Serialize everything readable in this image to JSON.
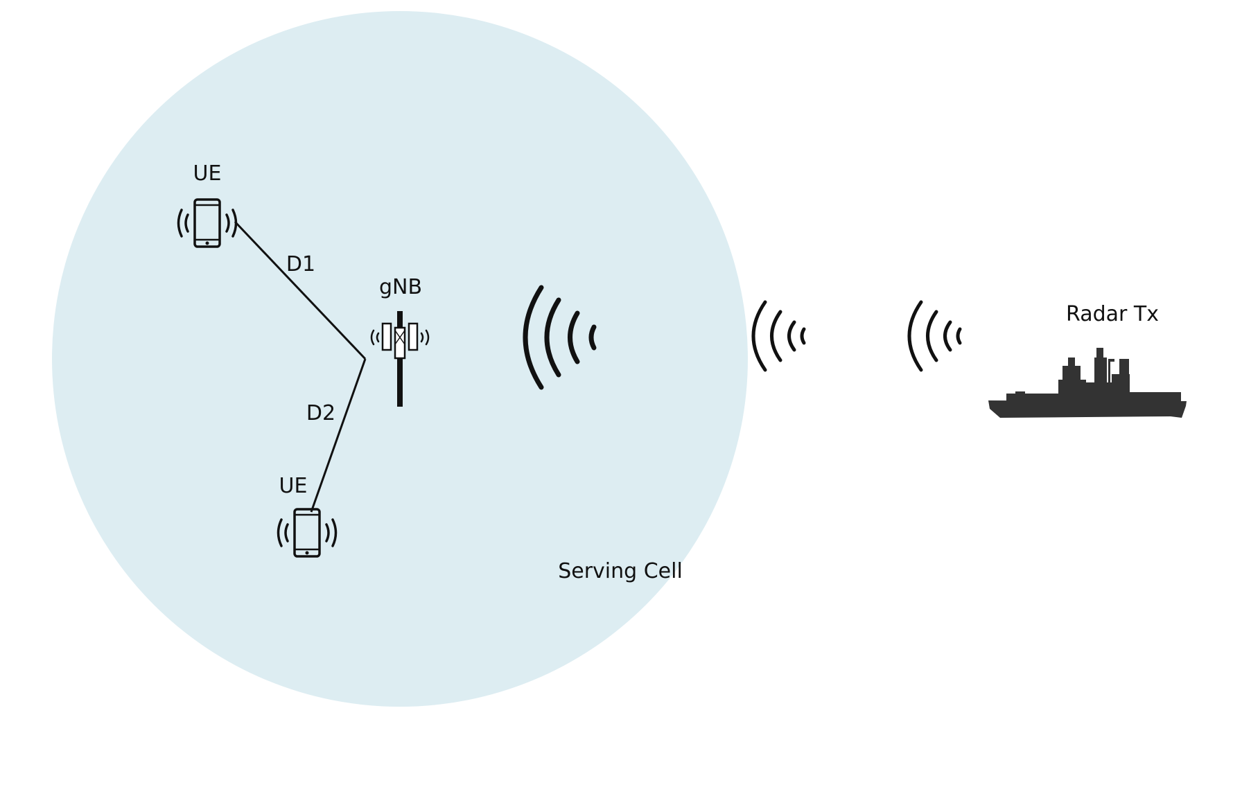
{
  "labels": {
    "ue_top": "UE",
    "ue_bottom": "UE",
    "gnb": "gNB",
    "d1": "D1",
    "d2": "D2",
    "radar": "Radar Tx",
    "cell": "Serving Cell"
  },
  "icons": {
    "ue_top": "smartphone-vibrating-icon",
    "ue_bottom": "smartphone-vibrating-icon",
    "gnb": "base-station-tower-icon",
    "radar": "warship-icon",
    "waves": "signal-waves-icon"
  },
  "colors": {
    "cell_fill": "#ddedf2",
    "ink": "#111111",
    "ship": "#333333"
  }
}
